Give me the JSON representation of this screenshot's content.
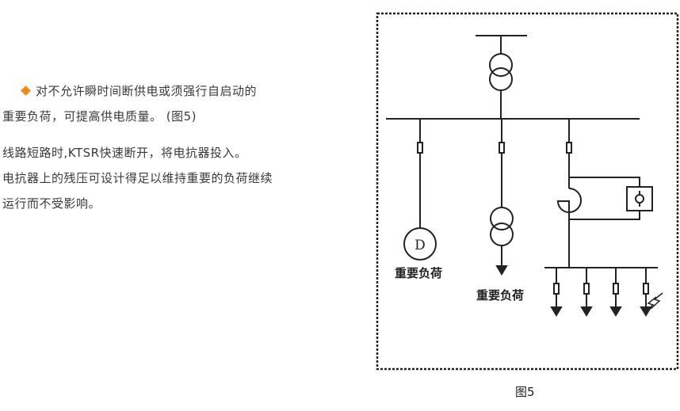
{
  "text": {
    "line1": "对不允许瞬时间断供电或须强行自启动的",
    "line2": "重要负荷，可提高供电质量。 (图5)",
    "line3": "线路短路时,KTSR快速断开，将电抗器投入。",
    "line4": "电抗器上的残压可设计得足以维持重要的负荷继续",
    "line5": "运行而不受影响。"
  },
  "diagram": {
    "motor_label": "D",
    "load_label_1": "重要负荷",
    "load_label_2": "重要负荷",
    "caption": "图5"
  },
  "colors": {
    "bullet": "#f08a1c"
  }
}
